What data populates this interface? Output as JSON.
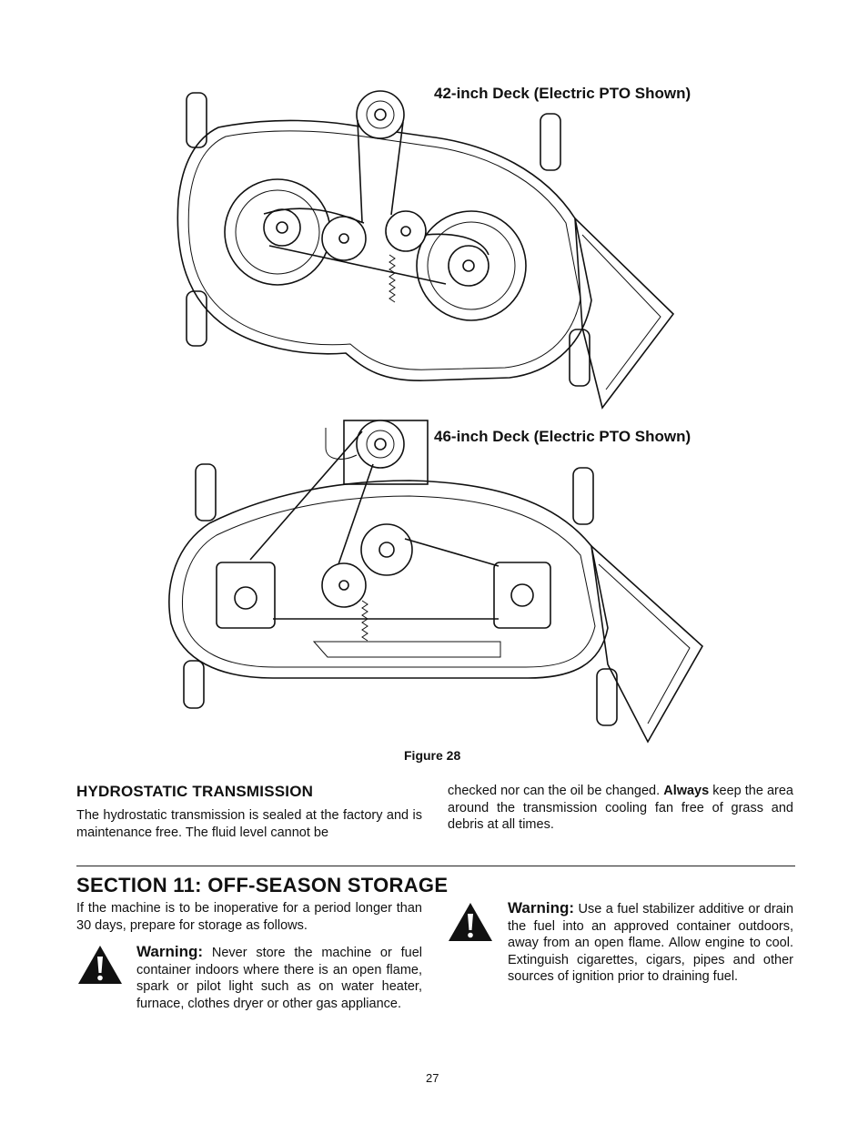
{
  "figure": {
    "caption_top": "42-inch Deck (Electric PTO Shown)",
    "caption_bottom": "46-inch Deck (Electric PTO Shown)",
    "label": "Figure 28"
  },
  "hydro": {
    "heading": "HYDROSTATIC TRANSMISSION",
    "left_text": "The hydrostatic transmission is sealed at the factory and is maintenance free. The fluid level cannot be",
    "right_text_a": "checked nor can the oil be changed. ",
    "right_text_bold": "Always",
    "right_text_b": " keep the area around the transmission cooling fan free of grass and debris at all times."
  },
  "section": {
    "heading": "SECTION 11:  OFF-SEASON STORAGE",
    "intro": "If the machine is to be inoperative for a period longer than 30 days, prepare for storage as follows.",
    "warning_word": "Warning:",
    "warning_left": "Never store the machine or fuel container indoors where there is an open flame, spark or pilot light such as on water heater, furnace, clothes dryer or other gas appliance.",
    "warning_right": "Use a fuel stabilizer additive or drain the fuel into an approved container outdoors, away from an open flame. Allow engine to cool. Extinguish cigarettes, cigars, pipes and other sources of ignition prior to draining fuel."
  },
  "page_number": "27"
}
